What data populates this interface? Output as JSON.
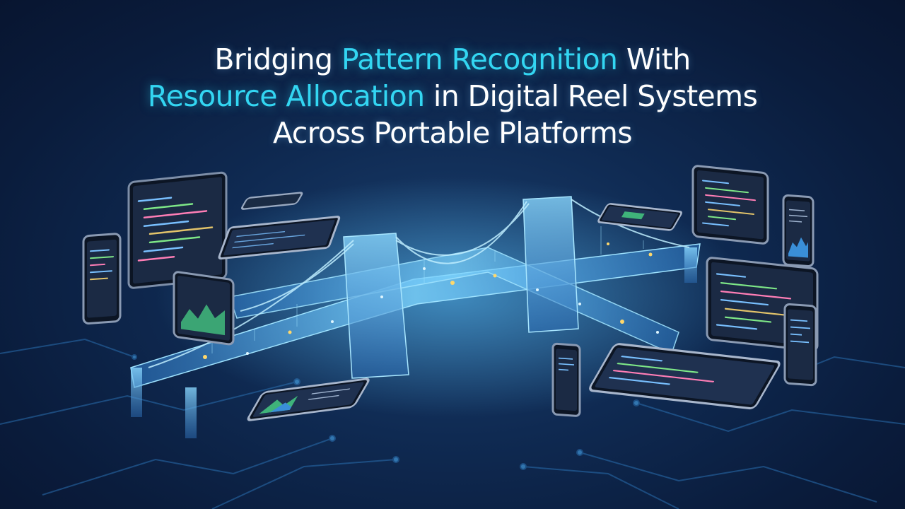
{
  "title": {
    "line1_part1": "Bridging ",
    "line1_highlight": "Pattern Recognition",
    "line1_part2": " With",
    "line2_highlight": "Resource Allocation",
    "line2_part2": " in Digital Reel Systems",
    "line3": "Across Portable Platforms"
  },
  "colors": {
    "background": "#0f2a52",
    "title_text": "#ffffff",
    "title_highlight": "#33d6f2",
    "bridge_glow": "#4fb6ff",
    "circuit": "#2a6fb0",
    "screen": "#1b2a44",
    "code_green": "#7ee787",
    "code_blue": "#79c0ff",
    "code_pink": "#ff7eb6",
    "code_yellow": "#e3c46a",
    "chart_green": "#3fb37a",
    "chart_blue": "#3a8fd8"
  },
  "illustration": {
    "main_icon": "glowing-suspension-bridge-icon",
    "device_icons": [
      "tablet-icon",
      "phone-icon",
      "laptop-icon"
    ],
    "background_icon": "circuit-board-traces-icon"
  }
}
